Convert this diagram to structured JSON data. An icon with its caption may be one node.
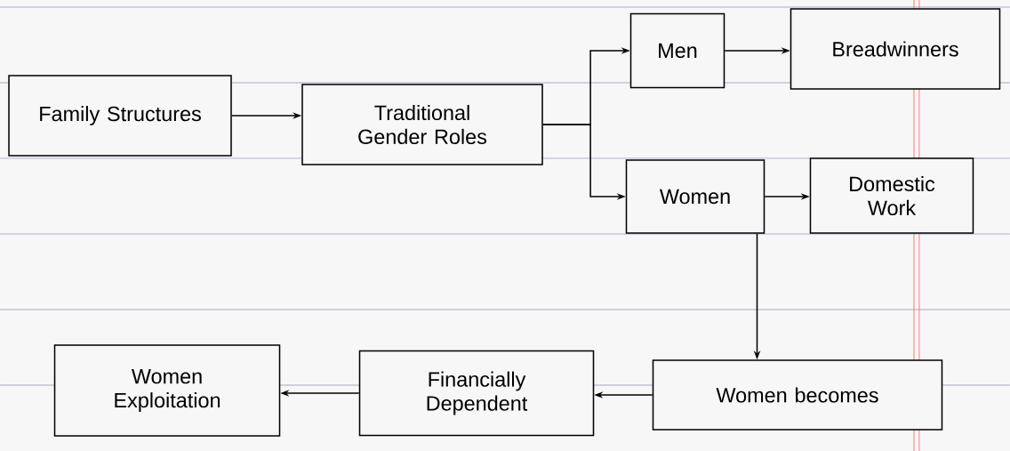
{
  "diagram": {
    "nodes": [
      {
        "text": [
          "Family Structures"
        ]
      },
      {
        "text": [
          "Traditional Gender Roles"
        ]
      },
      {
        "text": [
          "Men"
        ]
      },
      {
        "text": [
          "Breadwinners"
        ]
      },
      {
        "text": [
          "Women"
        ]
      },
      {
        "text": [
          "Domestic Work"
        ]
      },
      {
        "text": [
          "Women becomes"
        ]
      },
      {
        "text": [
          "Financially Dependent"
        ]
      },
      {
        "text": [
          "Women Exploitation"
        ]
      }
    ],
    "edges": [
      {
        "from": 0,
        "to": 1,
        "arrow": "to"
      },
      {
        "from": 1,
        "to": 2,
        "arrow": "to"
      },
      {
        "from": 1,
        "to": 4,
        "arrow": "to"
      },
      {
        "from": 2,
        "to": 3,
        "arrow": "to"
      },
      {
        "from": 4,
        "to": 5,
        "arrow": "to"
      },
      {
        "from": 4,
        "to": 6,
        "arrow": "to"
      },
      {
        "from": 6,
        "to": 7,
        "arrow": "to"
      },
      {
        "from": 7,
        "to": 8,
        "arrow": "to"
      }
    ]
  }
}
